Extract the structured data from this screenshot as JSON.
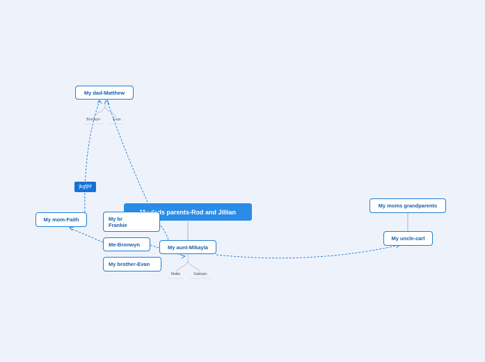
{
  "central": {
    "label": "My dads parents-Rod and Jillian"
  },
  "nodes": {
    "dad": "My dad-Matthew",
    "mom": "My mom-Faith",
    "brother_frankie_line1": "My br",
    "brother_frankie_line2": "Frankie",
    "me": "Me-Bronwyn",
    "brother_evan": "My brother-Evan",
    "aunt": "My aunt-Mikayla",
    "moms_grandparents": "My moms grandparents",
    "uncle": "My uncle-carl"
  },
  "relationship_label": "jkgfjhf",
  "subtopics": {
    "dad_children": [
      "Bronwyn",
      "Evan"
    ],
    "aunt_children": [
      "Mattie",
      "Subtopic"
    ]
  },
  "colors": {
    "background": "#eef2fa",
    "accent": "#1c7ed6",
    "central_fill": "#2b8ce6",
    "label_fill": "#1671d6"
  }
}
